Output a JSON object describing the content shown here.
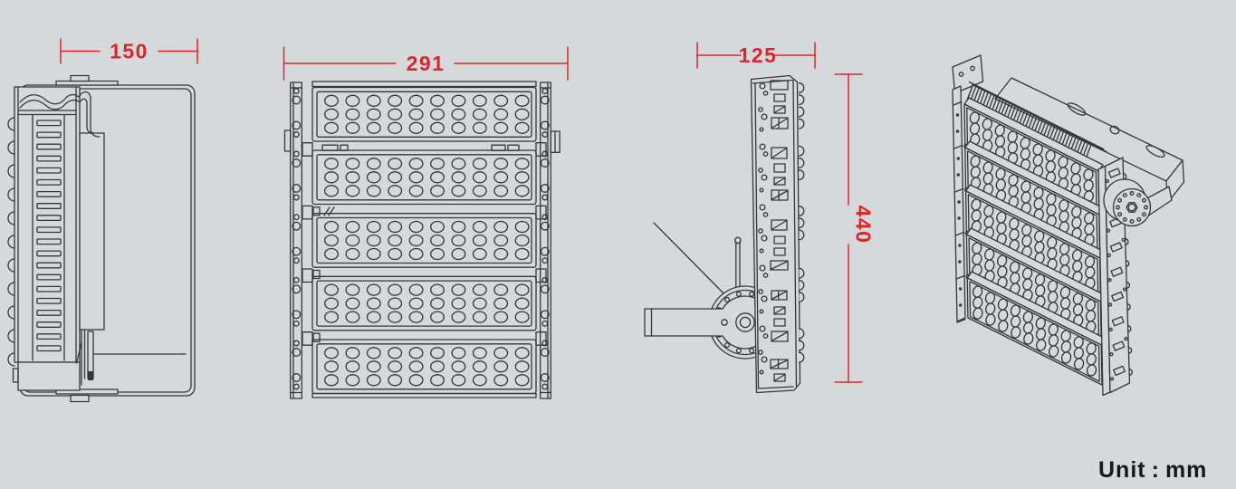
{
  "page": {
    "background": "#d6d9dc"
  },
  "drawing": {
    "type": "technical-dimension-drawing",
    "subject": "LED flood light - four orthographic and isometric views",
    "line_color": "#33363b",
    "dimension_color": "#d7282b"
  },
  "dimensions": {
    "side_width": "150",
    "front_width": "291",
    "depth": "125",
    "height": "440"
  },
  "unit": {
    "label": "Unit",
    "separator": ":",
    "value": "mm"
  },
  "views": [
    {
      "id": "side-view-left",
      "dimension_labels": [
        "150"
      ]
    },
    {
      "id": "front-view",
      "dimension_labels": [
        "291"
      ]
    },
    {
      "id": "profile-view",
      "dimension_labels": [
        "125",
        "440"
      ]
    },
    {
      "id": "isometric-view",
      "dimension_labels": []
    }
  ],
  "led_grid": {
    "modules": 5,
    "columns": 10,
    "rows": 3
  }
}
